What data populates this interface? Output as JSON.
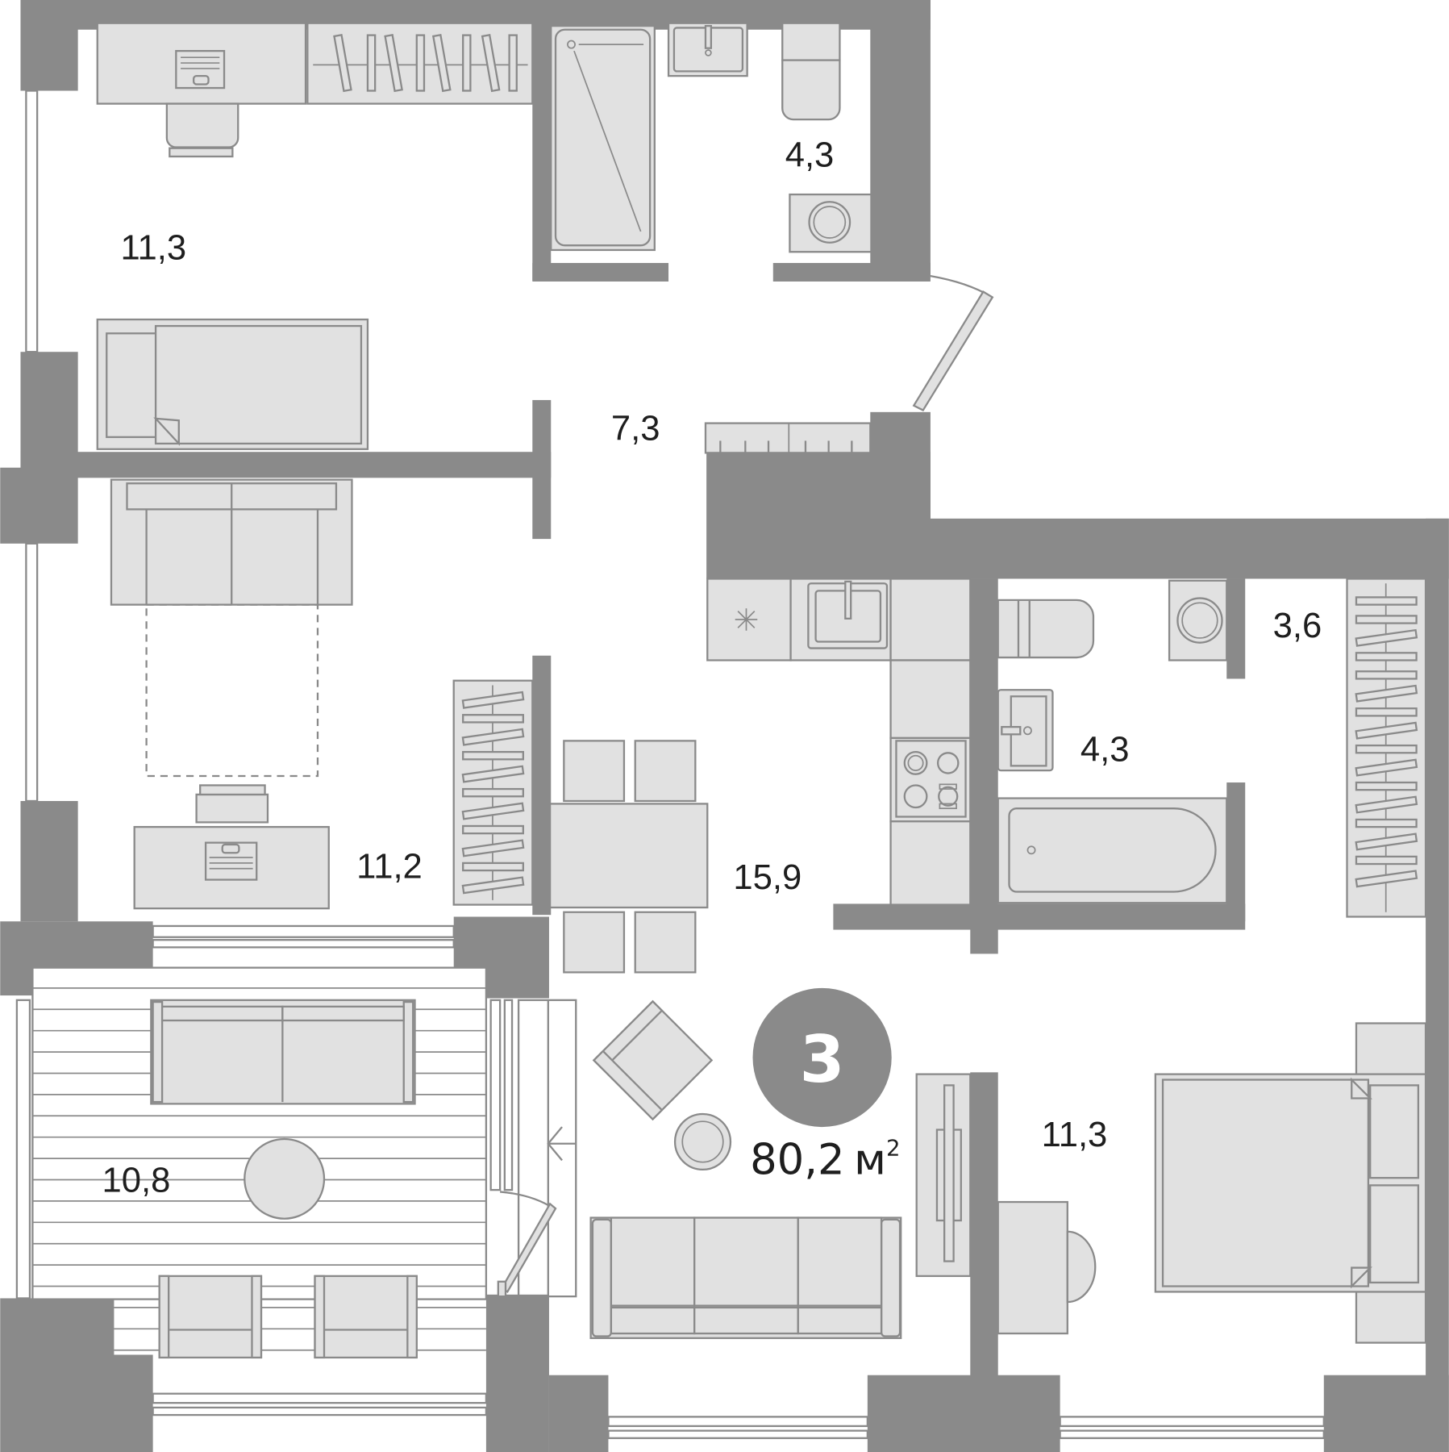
{
  "plan": {
    "rooms_count": "3",
    "total_area": "80,2",
    "total_area_unit": "м",
    "total_area_unit_sup": "2",
    "colors": {
      "wall": "#8a8a8a",
      "furniture": "#e1e1e1",
      "badge": "#8a8a8a",
      "text": "#1e1e1e"
    },
    "rooms": [
      {
        "id": "bedroom-top-left",
        "area": "11,3"
      },
      {
        "id": "bathroom-top",
        "area": "4,3"
      },
      {
        "id": "hallway",
        "area": "7,3"
      },
      {
        "id": "bedroom-middle-left",
        "area": "11,2"
      },
      {
        "id": "kitchen-living",
        "area": "15,9"
      },
      {
        "id": "bathroom-right",
        "area": "4,3"
      },
      {
        "id": "wardrobe",
        "area": "3,6"
      },
      {
        "id": "balcony",
        "area": "10,8"
      },
      {
        "id": "bedroom-bottom-right",
        "area": "11,3"
      }
    ]
  }
}
